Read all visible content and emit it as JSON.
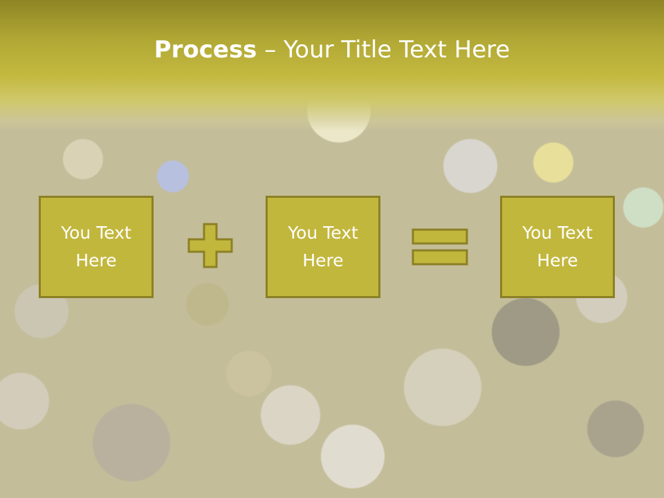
{
  "slide": {
    "title_bold": "Process",
    "title_rest": " – Your Title Text Here",
    "boxes": [
      {
        "text": "You Text\nHere"
      },
      {
        "text": "You Text\nHere"
      },
      {
        "text": "You Text\nHere"
      }
    ],
    "operators": [
      "plus-icon",
      "equals-icon"
    ]
  },
  "colors": {
    "accent": "#c2b73d",
    "accent_border": "#8b8024",
    "header": "#b2a936",
    "text": "#ffffff"
  }
}
